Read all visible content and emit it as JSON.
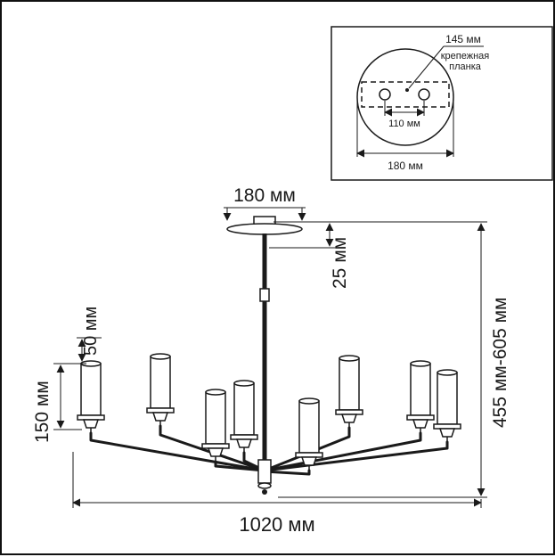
{
  "title": "chandelier-dimension-drawing",
  "dims": {
    "canopy_width": "180 мм",
    "rod_offset": "25 мм",
    "shade_offset": "50 мм",
    "shade_height": "150 мм",
    "total_height": "455 мм-605 мм",
    "total_width": "1020 мм"
  },
  "inset": {
    "plate_width": "145 мм",
    "plate_label_line1": "крепежная",
    "plate_label_line2": "планка",
    "holes_distance": "110 мм",
    "base_diameter": "180 мм"
  },
  "colors": {
    "line": "#1a1a1a",
    "background": "#ffffff"
  }
}
